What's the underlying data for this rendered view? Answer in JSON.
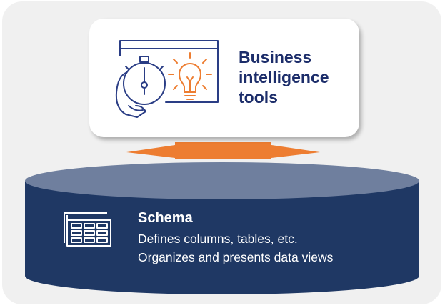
{
  "bi_tools": {
    "title": "Business intelligence tools",
    "icon": "stopwatch-hand-lightbulb-icon"
  },
  "schema": {
    "title": "Schema",
    "lines": [
      "Defines columns, tables, etc.",
      "Organizes and presents data views"
    ],
    "icon": "table-grid-icon"
  },
  "colors": {
    "cylinder_body": "#1f3864",
    "cylinder_top": "#6f7f9e",
    "arrow": "#ed7d31",
    "title_text": "#1c2d6a",
    "icon_blue": "#2a3d85",
    "icon_orange": "#ed7d31",
    "background": "#f0f0f0"
  }
}
